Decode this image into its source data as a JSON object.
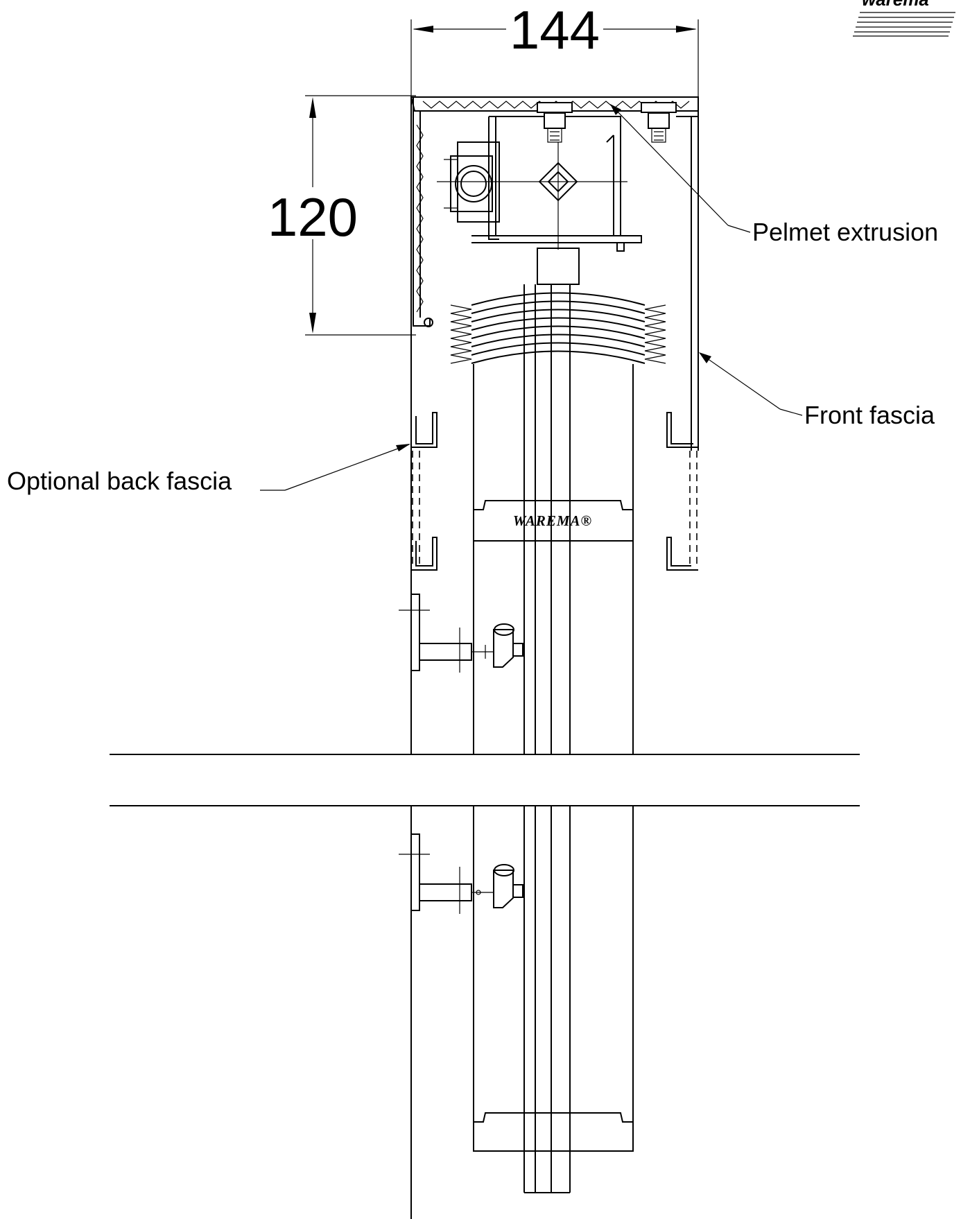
{
  "dimensions": {
    "width": "144",
    "height": "120"
  },
  "labels": {
    "pelmet": "Pelmet extrusion",
    "front_fascia": "Front fascia",
    "back_fascia": "Optional back fascia"
  },
  "logo": {
    "text": "warema"
  },
  "brand_plate": {
    "text": "WAREMA®"
  }
}
